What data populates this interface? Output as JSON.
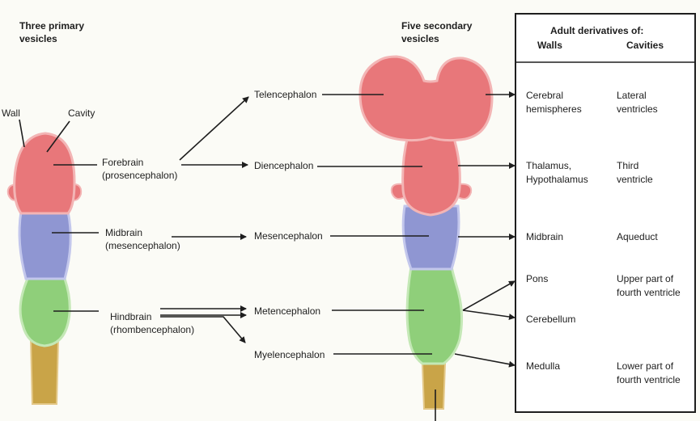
{
  "headings": {
    "primary": "Three primary\nvesicles",
    "secondary": "Five secondary\nvesicles"
  },
  "labels": {
    "wall": "Wall",
    "cavity": "Cavity",
    "forebrain": "Forebrain\n(prosencephalon)",
    "midbrain": "Midbrain\n(mesencephalon)",
    "hindbrain": "Hindbrain\n(rhombencephalon)",
    "telencephalon": "Telencephalon",
    "diencephalon": "Diencephalon",
    "mesencephalon": "Mesencephalon",
    "metencephalon": "Metencephalon",
    "myelencephalon": "Myelencephalon"
  },
  "table": {
    "title": "Adult derivatives of:",
    "col_walls": "Walls",
    "col_cavities": "Cavities",
    "rows": [
      {
        "wall": "Cerebral\nhemispheres",
        "cavity": "Lateral\nventricles"
      },
      {
        "wall": "Thalamus,\nHypothalamus",
        "cavity": "Third\nventricle"
      },
      {
        "wall": "Midbrain",
        "cavity": "Aqueduct"
      },
      {
        "wall": "Pons",
        "cavity": "Upper part of\nfourth ventricle"
      },
      {
        "wall": "Cerebellum",
        "cavity": ""
      },
      {
        "wall": "Medulla",
        "cavity": "Lower part of\nfourth ventricle"
      }
    ]
  },
  "colors": {
    "forebrain": "#e8777a",
    "midbrain": "#8f96d2",
    "hindbrain": "#8fcf7a",
    "cord": "#c9a448",
    "arrow": "#1e1e1e"
  }
}
